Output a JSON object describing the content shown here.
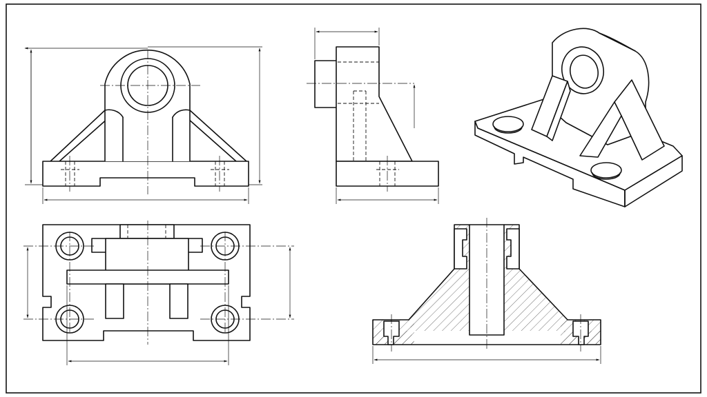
{
  "drawing": {
    "views": [
      {
        "id": "front-view"
      },
      {
        "id": "side-view"
      },
      {
        "id": "isometric-view"
      },
      {
        "id": "top-view"
      },
      {
        "id": "section-view"
      }
    ]
  }
}
